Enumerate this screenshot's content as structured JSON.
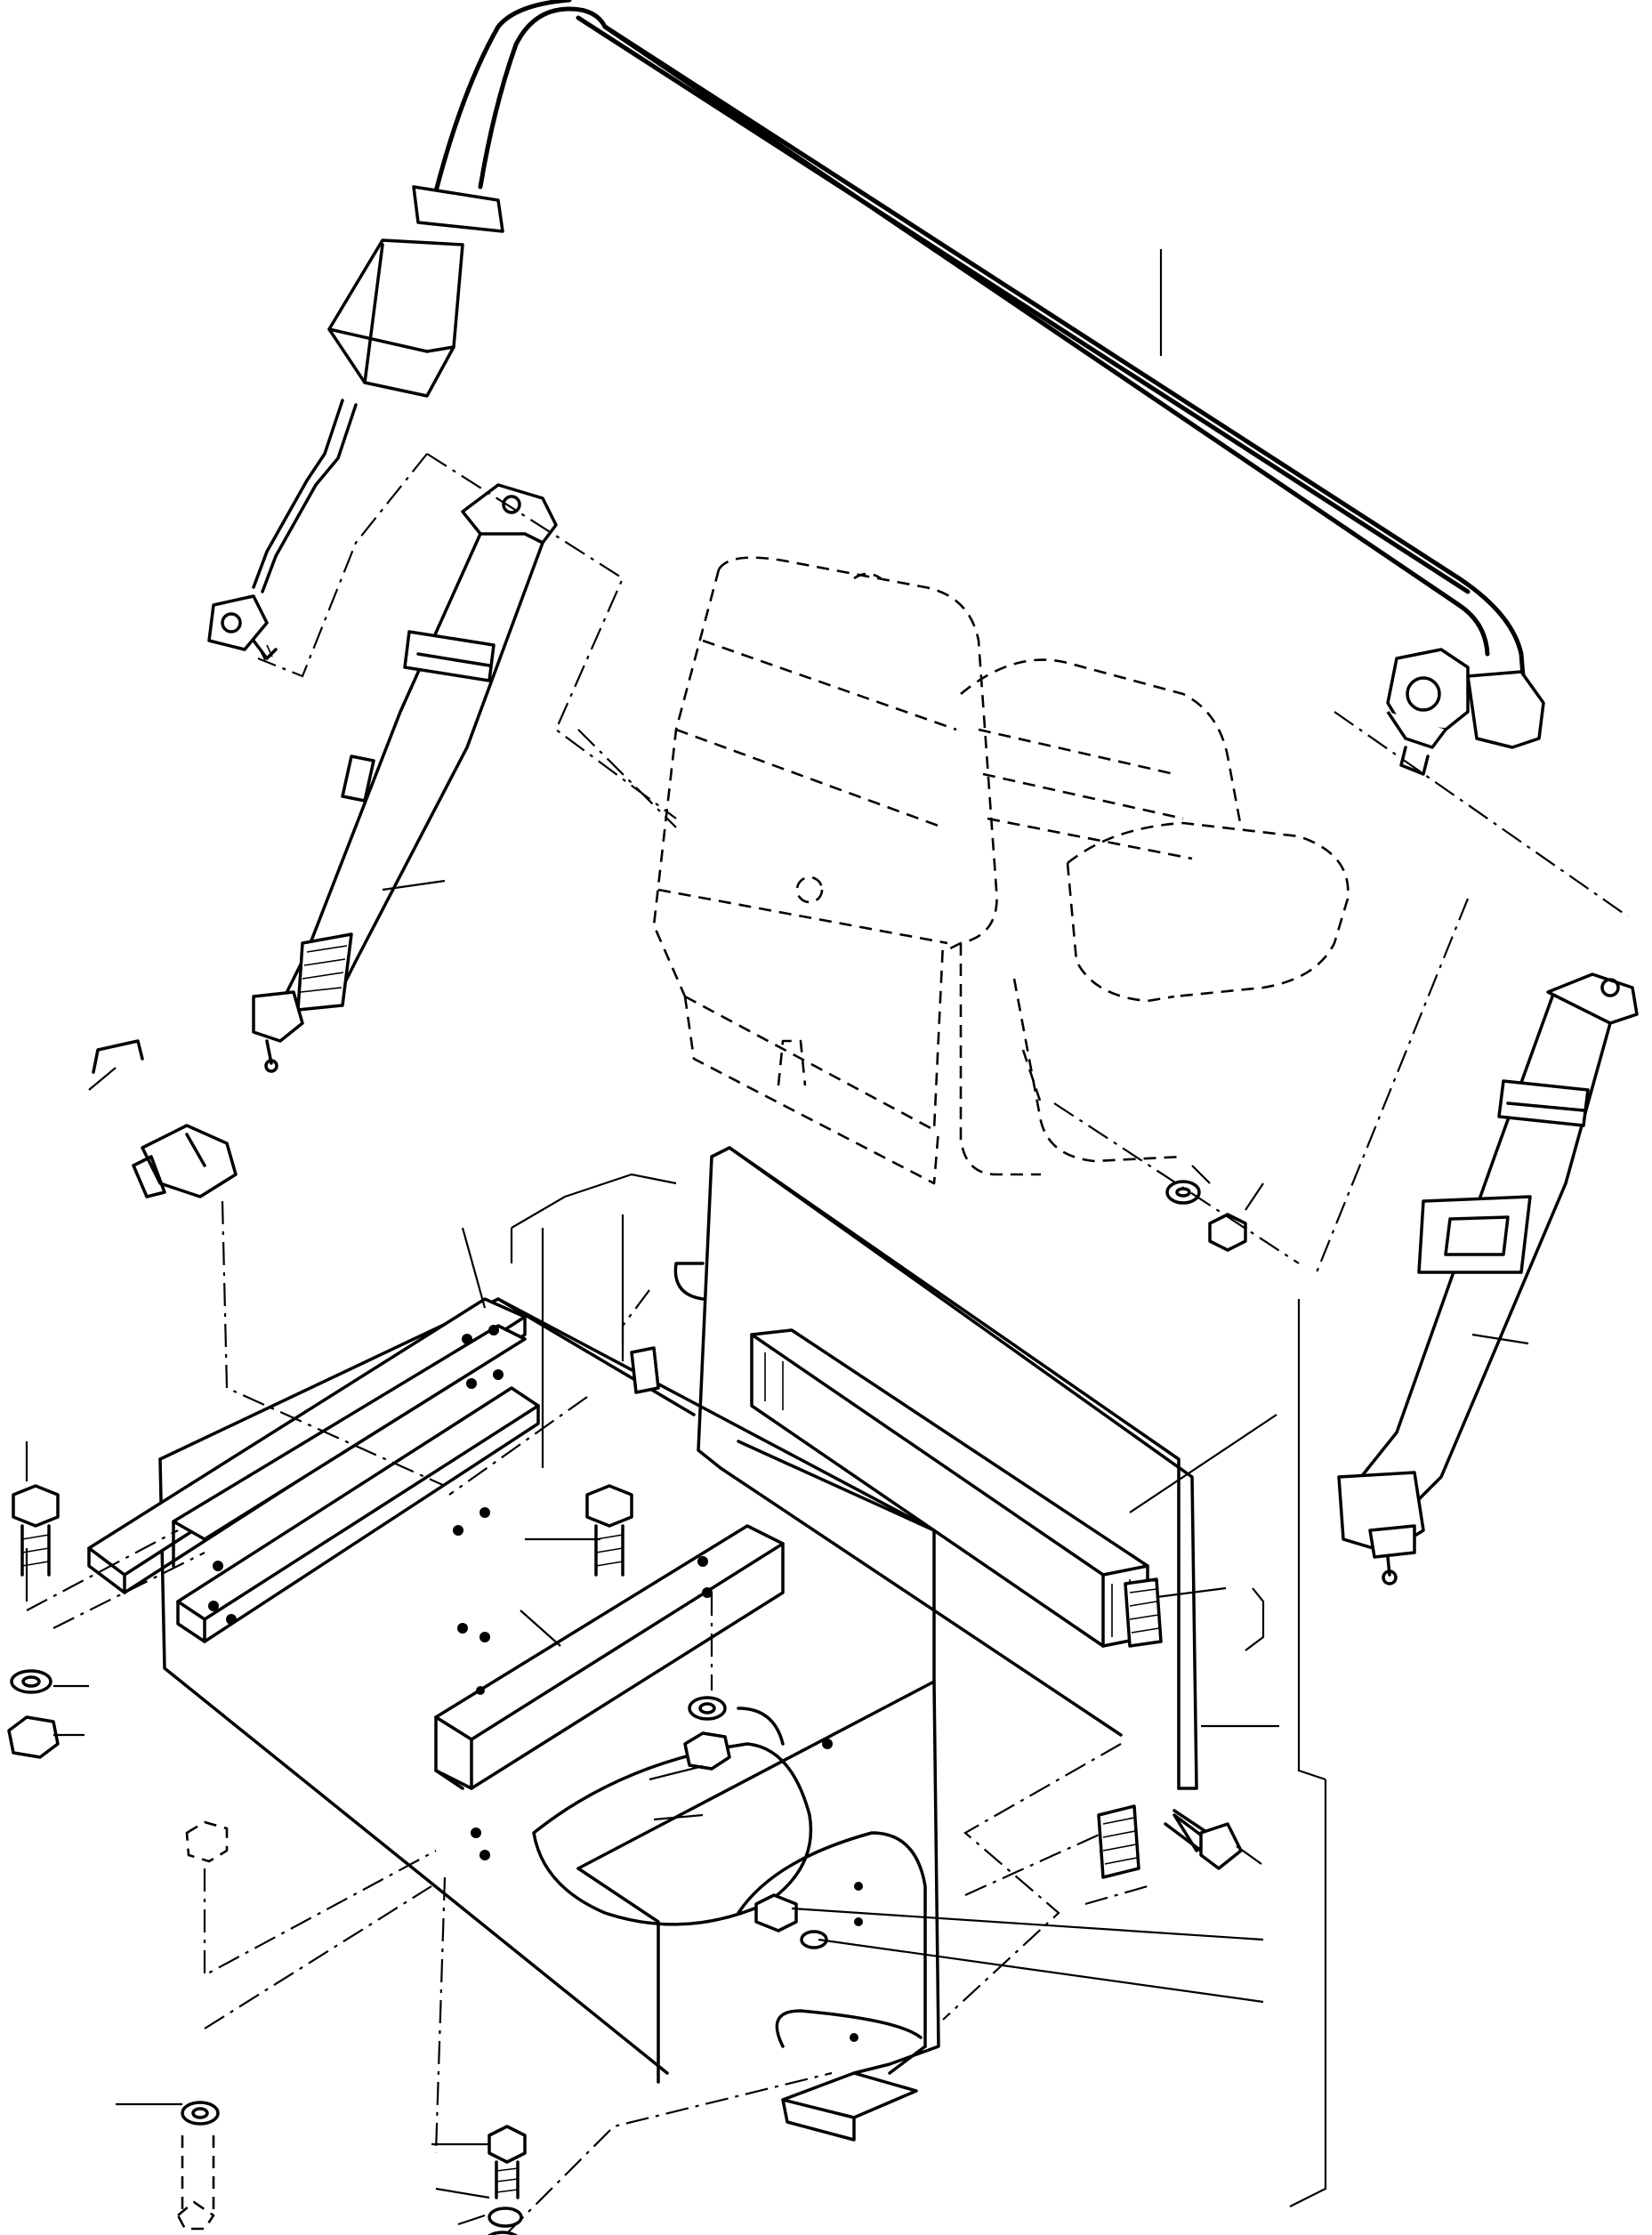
{
  "diagram": {
    "type": "exploded-parts-drawing",
    "components": [
      "shoulder-belt-upper-loop",
      "left-seat-belt",
      "right-seat-belt",
      "operator-seat",
      "seat-base-plate",
      "seat-mounting-rails",
      "seat-support-bracket",
      "rear-panel",
      "bolts",
      "nuts",
      "washers"
    ],
    "callout_count": 22,
    "labels_printed": false
  }
}
